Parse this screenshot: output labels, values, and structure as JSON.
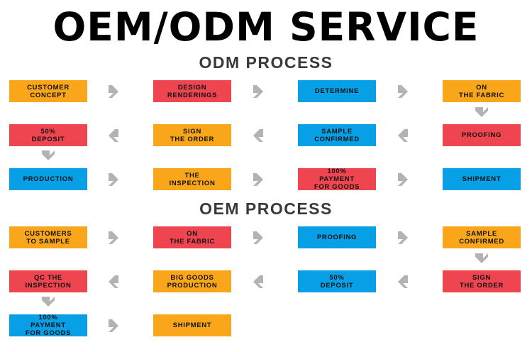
{
  "title": "OEM/ODM SERVICE",
  "sections": [
    {
      "id": "odm",
      "title": "ODM PROCESS"
    },
    {
      "id": "oem",
      "title": "OEM PROCESS"
    }
  ],
  "colors": {
    "orange": "#F9A61B",
    "red": "#EE4550",
    "blue": "#07A0E6",
    "arrow": "#B3B3B3",
    "title_text": "#000000",
    "section_text": "#3A3A3A",
    "node_text": "#111111",
    "background": "#FFFFFF"
  },
  "odm_nodes": [
    {
      "label": "CUSTOMER\nCONCEPT",
      "color": "orange"
    },
    {
      "label": "DESIGN\nRENDERINGS",
      "color": "red"
    },
    {
      "label": "DETERMINE",
      "color": "blue"
    },
    {
      "label": "ON\nTHE FABRIC",
      "color": "orange"
    },
    {
      "label": "50%\nDEPOSIT",
      "color": "red"
    },
    {
      "label": "SIGN\nTHE ORDER",
      "color": "orange"
    },
    {
      "label": "SAMPLE\nCONFIRMED",
      "color": "blue"
    },
    {
      "label": "PROOFING",
      "color": "red"
    },
    {
      "label": "PRODUCTION",
      "color": "blue"
    },
    {
      "label": "THE\nINSPECTION",
      "color": "orange"
    },
    {
      "label": "100%\nPAYMENT\nFOR GOODS",
      "color": "red"
    },
    {
      "label": "SHIPMENT",
      "color": "blue"
    }
  ],
  "oem_nodes": [
    {
      "label": "CUSTOMERS\nTO SAMPLE",
      "color": "orange"
    },
    {
      "label": "ON\nTHE FABRIC",
      "color": "red"
    },
    {
      "label": "PROOFING",
      "color": "blue"
    },
    {
      "label": "SAMPLE\nCONFIRMED",
      "color": "orange"
    },
    {
      "label": "QC THE\nINSPECTION",
      "color": "red"
    },
    {
      "label": "BIG GOODS\nPRODUCTION",
      "color": "orange"
    },
    {
      "label": "50%\nDEPOSIT",
      "color": "blue"
    },
    {
      "label": "SIGN\nTHE ORDER",
      "color": "red"
    },
    {
      "label": "100%\nPAYMENT\nFOR GOODS",
      "color": "blue"
    },
    {
      "label": "SHIPMENT",
      "color": "orange"
    }
  ],
  "arrows": {
    "right_icon": "chevron-right-icon",
    "left_icon": "chevron-left-icon",
    "down_icon": "chevron-down-icon"
  }
}
